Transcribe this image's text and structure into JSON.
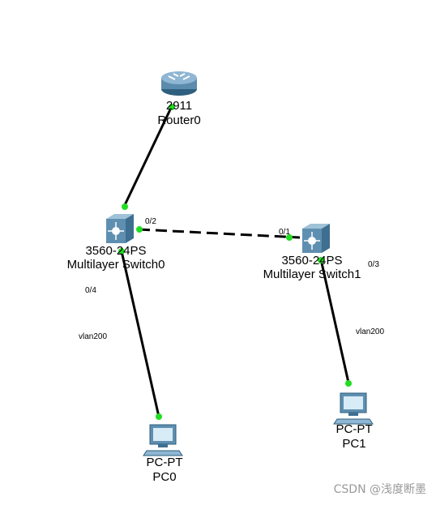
{
  "devices": {
    "router0": {
      "model": "2911",
      "name": "Router0",
      "icon": "router-icon"
    },
    "switch0": {
      "model": "3560-24PS",
      "name": "Multilayer Switch0",
      "icon": "multilayer-switch-icon"
    },
    "switch1": {
      "model": "3560-24PS",
      "name": "Multilayer Switch1",
      "icon": "multilayer-switch-icon"
    },
    "pc0": {
      "model": "PC-PT",
      "name": "PC0",
      "icon": "pc-icon"
    },
    "pc1": {
      "model": "PC-PT",
      "name": "PC1",
      "icon": "pc-icon"
    }
  },
  "links": [
    {
      "from": "router0",
      "to": "switch0",
      "style": "solid"
    },
    {
      "from": "switch0",
      "to": "switch1",
      "style": "dashed"
    },
    {
      "from": "switch0",
      "to": "pc0",
      "style": "solid"
    },
    {
      "from": "switch1",
      "to": "pc1",
      "style": "solid"
    }
  ],
  "ports": {
    "switch0_uplink": "0/2",
    "switch1_uplink": "0/1",
    "switch0_pc": "0/4",
    "switch1_pc": "0/3"
  },
  "vlans": {
    "pc0_link": "vlan200",
    "pc1_link": "vlan200"
  },
  "colors": {
    "link": "#000000",
    "port_up": "#22dd22",
    "device_body": "#6b8fa8"
  },
  "watermark": "CSDN @浅度断墨"
}
